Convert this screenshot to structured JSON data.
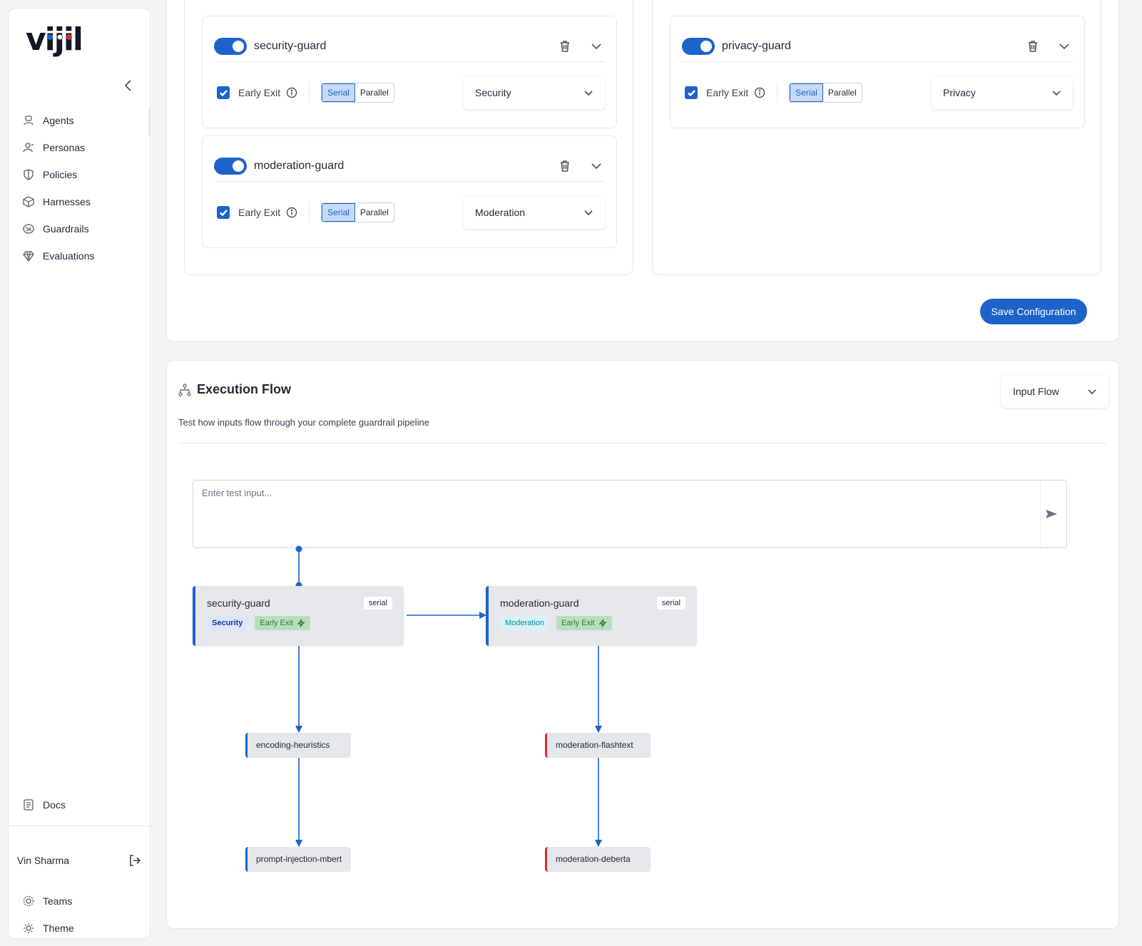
{
  "sidebar": {
    "logo": "vijil",
    "logo_colors": {
      "dot1": "#1d63c9",
      "dot2": "#6b7280",
      "dot3": "#d92d3a"
    },
    "collapse_icon": "chevron-left-icon",
    "items": [
      {
        "label": "Agents",
        "icon": "agents-icon"
      },
      {
        "label": "Personas",
        "icon": "personas-icon"
      },
      {
        "label": "Policies",
        "icon": "shield-icon"
      },
      {
        "label": "Harnesses",
        "icon": "box-icon"
      },
      {
        "label": "Guardrails",
        "icon": "brain-icon"
      },
      {
        "label": "Evaluations",
        "icon": "diamond-icon"
      }
    ],
    "docs": {
      "label": "Docs",
      "icon": "document-icon"
    },
    "user": {
      "name": "Vin Sharma",
      "logout_icon": "logout-icon"
    },
    "bottom": [
      {
        "label": "Teams",
        "icon": "teams-icon"
      },
      {
        "label": "Theme",
        "icon": "sun-icon"
      }
    ]
  },
  "config": {
    "left_guards": [
      {
        "name": "security-guard",
        "early_exit_label": "Early Exit",
        "serial_label": "Serial",
        "parallel_label": "Parallel",
        "category": "Security"
      },
      {
        "name": "moderation-guard",
        "early_exit_label": "Early Exit",
        "serial_label": "Serial",
        "parallel_label": "Parallel",
        "category": "Moderation"
      }
    ],
    "right_guards": [
      {
        "name": "privacy-guard",
        "early_exit_label": "Early Exit",
        "serial_label": "Serial",
        "parallel_label": "Parallel",
        "category": "Privacy"
      }
    ],
    "save_label": "Save Configuration"
  },
  "execution": {
    "title": "Execution Flow",
    "subtitle": "Test how inputs flow through your complete guardrail pipeline",
    "flow_select": "Input Flow",
    "input_placeholder": "Enter test input...",
    "nodes": [
      {
        "name": "security-guard",
        "mode": "serial",
        "category": "Security",
        "early_exit": "Early Exit"
      },
      {
        "name": "moderation-guard",
        "mode": "serial",
        "category": "Moderation",
        "early_exit": "Early Exit"
      }
    ],
    "sub_nodes": {
      "security": [
        "encoding-heuristics",
        "prompt-injection-mbert"
      ],
      "moderation": [
        "moderation-flashtext",
        "moderation-deberta"
      ]
    },
    "colors": {
      "accent": "#1d63c9",
      "danger": "#d92d3a"
    }
  }
}
